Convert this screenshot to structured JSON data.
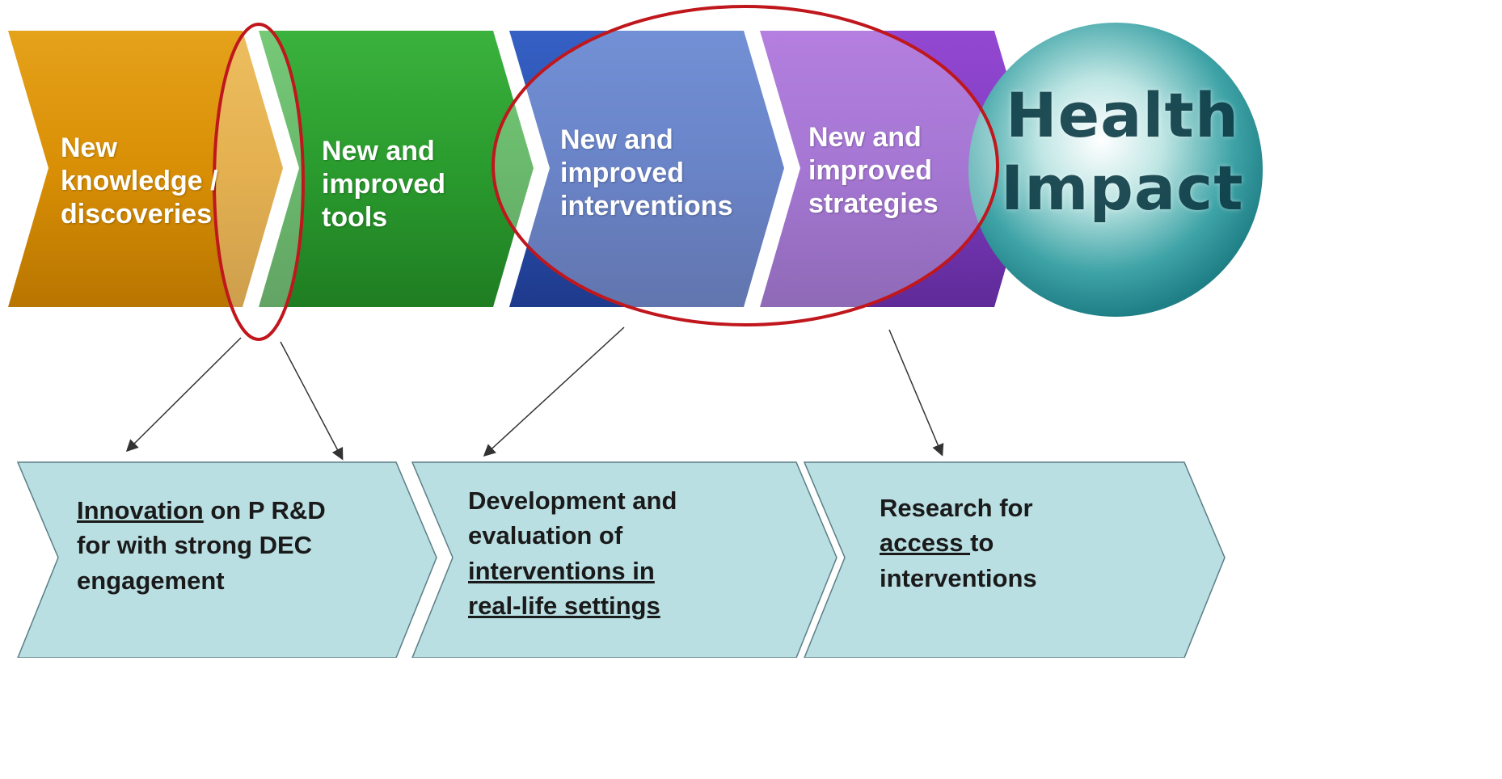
{
  "stages": [
    {
      "id": "knowledge",
      "lines": [
        "New",
        "knowledge /",
        "discoveries"
      ],
      "color": "#d98f05"
    },
    {
      "id": "tools",
      "lines": [
        "New and",
        "improved",
        "tools"
      ],
      "color": "#2a9b2e"
    },
    {
      "id": "interventions",
      "lines": [
        "New and",
        "improved",
        "interventions"
      ],
      "color": "#2a4fb0"
    },
    {
      "id": "strategies",
      "lines": [
        "New and",
        "improved",
        "strategies"
      ],
      "color": "#7e3cc0"
    }
  ],
  "health_impact": {
    "line1": "Health",
    "line2": "Impact",
    "color": "#2a8f95"
  },
  "research_areas": [
    {
      "id": "innovation",
      "lines": [
        [
          {
            "text": "Innovation",
            "u": true
          },
          {
            "text": " on P R&D",
            "u": false
          }
        ],
        [
          {
            "text": "for with strong DEC",
            "u": false
          }
        ],
        [
          {
            "text": "engagement",
            "u": false
          }
        ]
      ]
    },
    {
      "id": "development",
      "lines": [
        [
          {
            "text": "Development and",
            "u": false
          }
        ],
        [
          {
            "text": "evaluation of",
            "u": false
          }
        ],
        [
          {
            "text": "interventions in",
            "u": true
          }
        ],
        [
          {
            "text": "real-life settings",
            "u": true
          }
        ]
      ]
    },
    {
      "id": "access",
      "lines": [
        [
          {
            "text": "Research for",
            "u": false
          }
        ],
        [
          {
            "text": "access ",
            "u": true
          },
          {
            "text": "to",
            "u": false
          }
        ],
        [
          {
            "text": "interventions",
            "u": false
          }
        ]
      ]
    }
  ],
  "colors": {
    "chevron_bottom": "#b9dfe3",
    "highlight_ellipse": "#c0171d",
    "arrow": "#333333"
  }
}
